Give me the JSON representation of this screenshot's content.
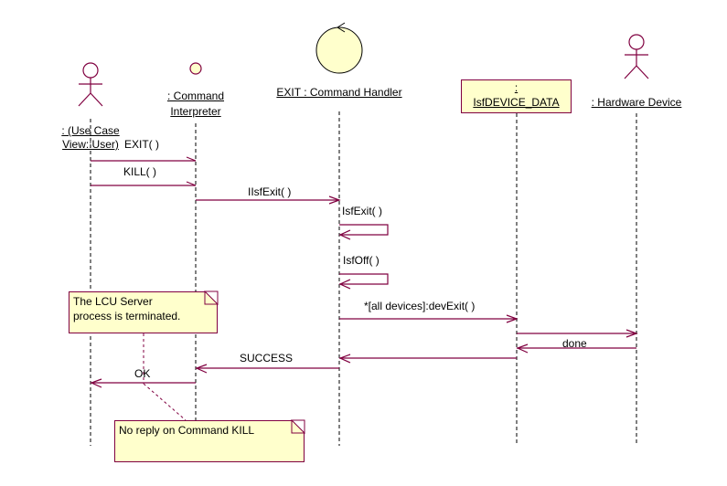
{
  "diagram": {
    "type": "UML sequence diagram",
    "colors": {
      "line": "#800040",
      "fill": "#ffffcc",
      "lifeline": "#000000"
    }
  },
  "participants": [
    {
      "id": "user",
      "kind": "actor",
      "label_line1": ": (Use Case",
      "label_line2": "View::User)"
    },
    {
      "id": "interp",
      "kind": "interface",
      "label_line1": ": Command",
      "label_line2": "Interpreter"
    },
    {
      "id": "handler",
      "kind": "control",
      "label": "EXIT : Command Handler"
    },
    {
      "id": "device_data",
      "kind": "object",
      "label_line1": ":",
      "label_line2": "IsfDEVICE_DATA"
    },
    {
      "id": "hw",
      "kind": "actor",
      "label": ": Hardware Device"
    }
  ],
  "messages": [
    {
      "from": "user",
      "to": "interp",
      "label": "EXIT( )"
    },
    {
      "from": "user",
      "to": "interp",
      "label": "KILL( )"
    },
    {
      "from": "interp",
      "to": "handler",
      "label": "IIsfExit( )"
    },
    {
      "from": "handler",
      "to": "handler",
      "label": "IsfExit( )"
    },
    {
      "from": "handler",
      "to": "handler",
      "label": "IsfOff( )"
    },
    {
      "from": "handler",
      "to": "device_data",
      "label": "*[all devices]:devExit( )"
    },
    {
      "from": "device_data",
      "to": "hw",
      "label": ""
    },
    {
      "from": "hw",
      "to": "device_data",
      "label": "done"
    },
    {
      "from": "device_data",
      "to": "handler",
      "label": ""
    },
    {
      "from": "handler",
      "to": "interp",
      "label": "SUCCESS"
    },
    {
      "from": "interp",
      "to": "user",
      "label": "OK"
    }
  ],
  "notes": [
    {
      "line1": "The LCU Server",
      "line2": "process is terminated."
    },
    {
      "line1": "No reply on Command KILL"
    }
  ]
}
